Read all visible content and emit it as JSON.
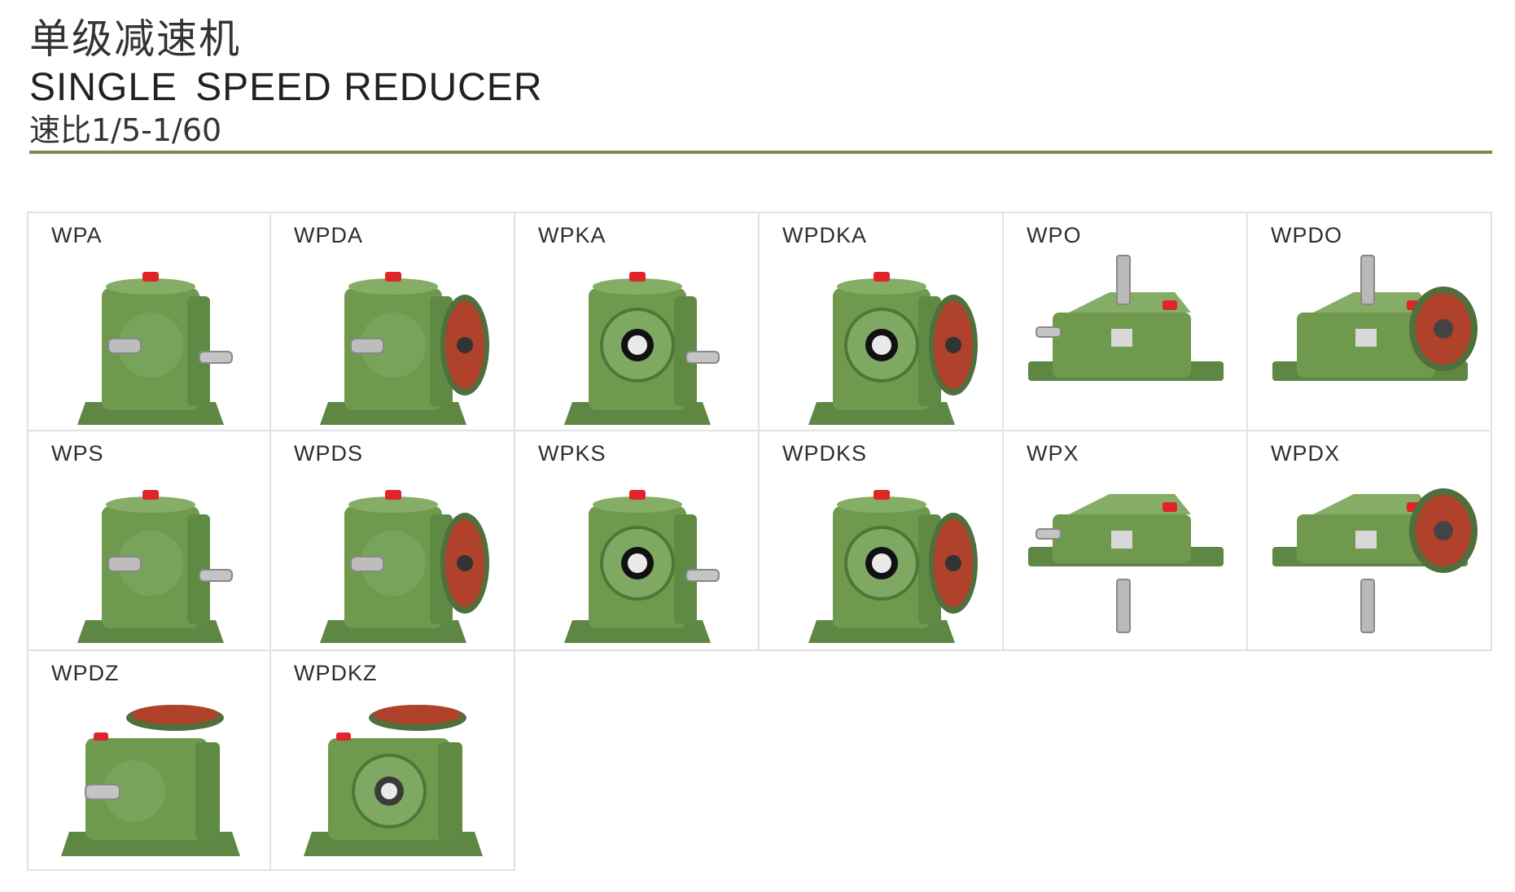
{
  "header": {
    "title_cn": "单级减速机",
    "title_en_1": "SINGLE",
    "title_en_2": "SPEED REDUCER",
    "ratio": "速比1/5-1/60"
  },
  "colors": {
    "rule": "#7d8a4c",
    "body_green": "#6f9a4e",
    "flange_red": "#b0412a",
    "cap_red": "#e0242a"
  },
  "products": [
    {
      "model": "WPA",
      "style": "upright-solid",
      "flange": false,
      "hollow": false
    },
    {
      "model": "WPDA",
      "style": "upright-solid",
      "flange": true,
      "hollow": false
    },
    {
      "model": "WPKA",
      "style": "upright-hollow",
      "flange": false,
      "hollow": true
    },
    {
      "model": "WPDKA",
      "style": "upright-hollow",
      "flange": true,
      "hollow": true
    },
    {
      "model": "WPO",
      "style": "horizontal-up",
      "flange": false,
      "hollow": false
    },
    {
      "model": "WPDO",
      "style": "horizontal-up",
      "flange": true,
      "hollow": false
    },
    {
      "model": "WPS",
      "style": "upright-solid",
      "flange": false,
      "hollow": false
    },
    {
      "model": "WPDS",
      "style": "upright-solid",
      "flange": true,
      "hollow": false
    },
    {
      "model": "WPKS",
      "style": "upright-hollow",
      "flange": false,
      "hollow": true
    },
    {
      "model": "WPDKS",
      "style": "upright-hollow",
      "flange": true,
      "hollow": true
    },
    {
      "model": "WPX",
      "style": "horizontal-down",
      "flange": false,
      "hollow": false
    },
    {
      "model": "WPDX",
      "style": "horizontal-down",
      "flange": true,
      "hollow": false
    },
    {
      "model": "WPDZ",
      "style": "vertical-plate-solid",
      "flange": true,
      "hollow": false
    },
    {
      "model": "WPDKZ",
      "style": "vertical-plate-hollow",
      "flange": true,
      "hollow": true
    }
  ]
}
